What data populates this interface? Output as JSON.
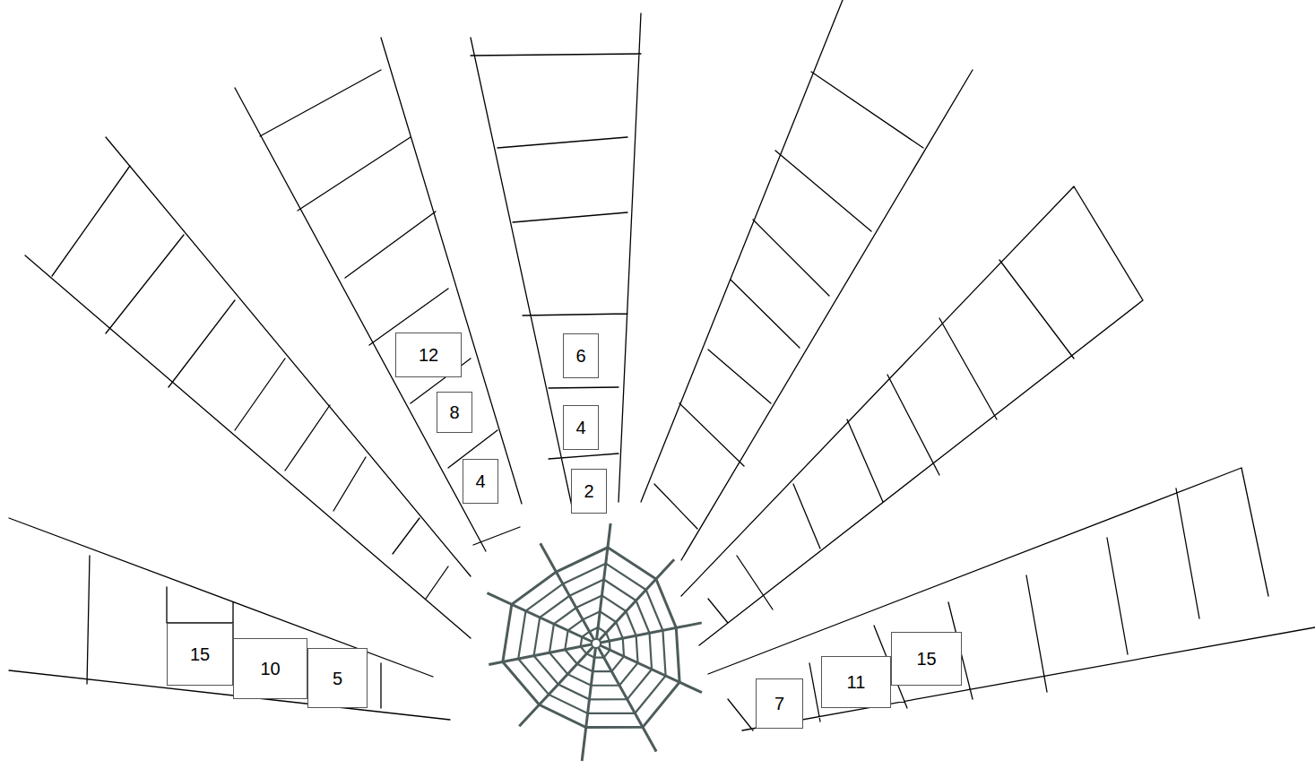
{
  "diagram": {
    "nodes": [
      {
        "text": [
          "12"
        ]
      },
      {
        "text": [
          "8"
        ]
      },
      {
        "text": [
          "4"
        ]
      },
      {
        "text": [
          "6"
        ]
      },
      {
        "text": [
          "4"
        ]
      },
      {
        "text": [
          "2"
        ]
      },
      {
        "text": [
          "15"
        ]
      },
      {
        "text": [
          "10"
        ]
      },
      {
        "text": [
          "5"
        ]
      },
      {
        "text": [
          "7"
        ]
      },
      {
        "text": [
          "11"
        ]
      },
      {
        "text": [
          "15"
        ]
      }
    ]
  }
}
